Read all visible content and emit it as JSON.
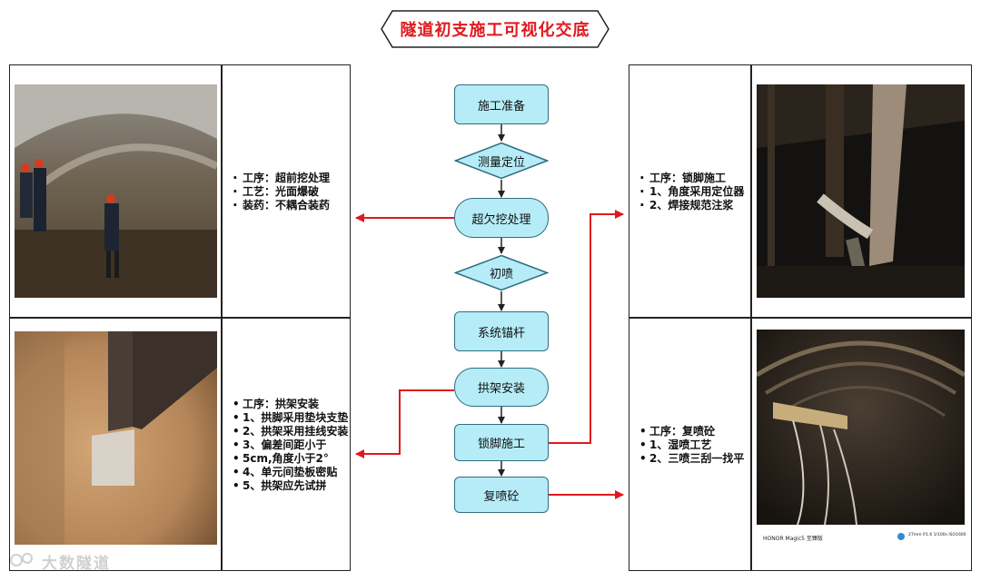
{
  "title": "隧道初支施工可视化交底",
  "flow": {
    "steps": [
      "施工准备",
      "测量定位",
      "超欠挖处理",
      "初喷",
      "系统锚杆",
      "拱架安装",
      "锁脚施工",
      "复喷砼"
    ]
  },
  "cards": {
    "top_left": {
      "bullets": [
        "工序：超前挖处理",
        "工艺：光面爆破",
        "装药：不耦合装药"
      ]
    },
    "bottom_left": {
      "bullets": [
        "工序：拱架安装",
        "1、拱脚采用垫块支垫",
        "2、拱架采用挂线安装",
        "3、偏差间距小于",
        "5cm,角度小于2°",
        "4、单元间垫板密贴",
        "5、拱架应先试拼"
      ]
    },
    "top_right": {
      "bullets": [
        "工序：锁脚施工",
        "1、角度采用定位器",
        "2、焊接规范注浆"
      ]
    },
    "bottom_right": {
      "bullets": [
        "工序：复喷砼",
        "1、湿喷工艺",
        "2、三喷三刮一找平"
      ],
      "photo_caption": "HONOR Magic5 至臻版",
      "photo_meta": "27mm f/1.6 1/100s ISO1600"
    }
  },
  "watermark": "大数隧道",
  "colors": {
    "accent": "#e0191e",
    "node_fill": "#b5ecf7",
    "node_border": "#2d6e7e"
  }
}
